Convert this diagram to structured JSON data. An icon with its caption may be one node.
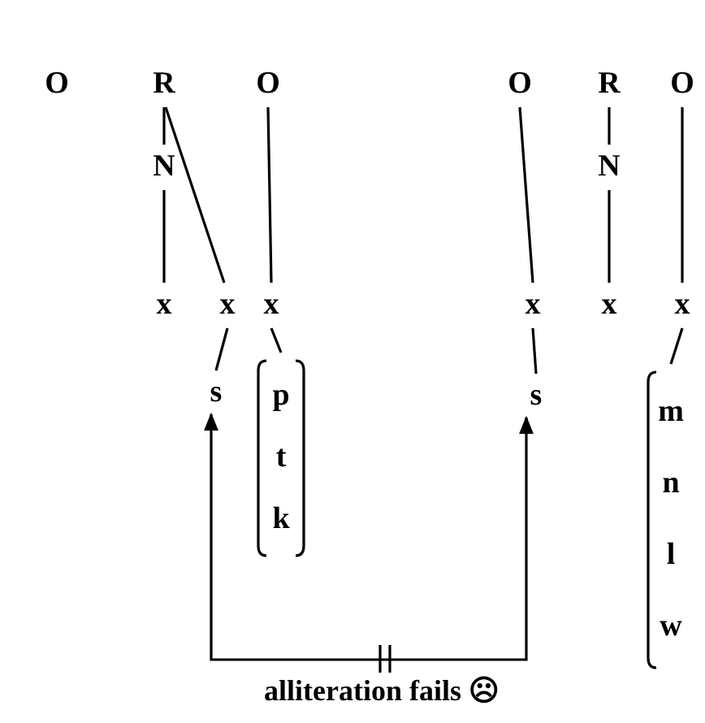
{
  "diagram": {
    "nodes": [
      {
        "text": [
          "O"
        ]
      },
      {
        "text": [
          "R"
        ]
      },
      {
        "text": [
          "O"
        ]
      },
      {
        "text": [
          "N"
        ]
      },
      {
        "text": [
          "x"
        ]
      },
      {
        "text": [
          "x"
        ]
      },
      {
        "text": [
          "x"
        ]
      },
      {
        "text": [
          "s"
        ]
      },
      {
        "text": [
          "p",
          "t",
          "k"
        ]
      },
      {
        "text": [
          "O"
        ]
      },
      {
        "text": [
          "R"
        ]
      },
      {
        "text": [
          "O"
        ]
      },
      {
        "text": [
          "N"
        ]
      },
      {
        "text": [
          "x"
        ]
      },
      {
        "text": [
          "x"
        ]
      },
      {
        "text": [
          "x"
        ]
      },
      {
        "text": [
          "s"
        ]
      },
      {
        "text": [
          "m",
          "n",
          "l",
          "w"
        ]
      }
    ],
    "edges": [
      {
        "from": 1,
        "to": 3,
        "arrow": "none"
      },
      {
        "from": 1,
        "to": 5,
        "arrow": "none"
      },
      {
        "from": 3,
        "to": 4,
        "arrow": "none"
      },
      {
        "from": 2,
        "to": 6,
        "arrow": "none"
      },
      {
        "from": 5,
        "to": 7,
        "arrow": "none"
      },
      {
        "from": 6,
        "to": 8,
        "arrow": "none"
      },
      {
        "from": 9,
        "to": 13,
        "arrow": "none"
      },
      {
        "from": 10,
        "to": 12,
        "arrow": "none"
      },
      {
        "from": 12,
        "to": 14,
        "arrow": "none"
      },
      {
        "from": 11,
        "to": 15,
        "arrow": "none"
      },
      {
        "from": 13,
        "to": 16,
        "arrow": "none"
      },
      {
        "from": 15,
        "to": 17,
        "arrow": "none"
      },
      {
        "from": 7,
        "to": 16,
        "arrow": "both",
        "label": "alliteration fails ☹"
      }
    ]
  }
}
